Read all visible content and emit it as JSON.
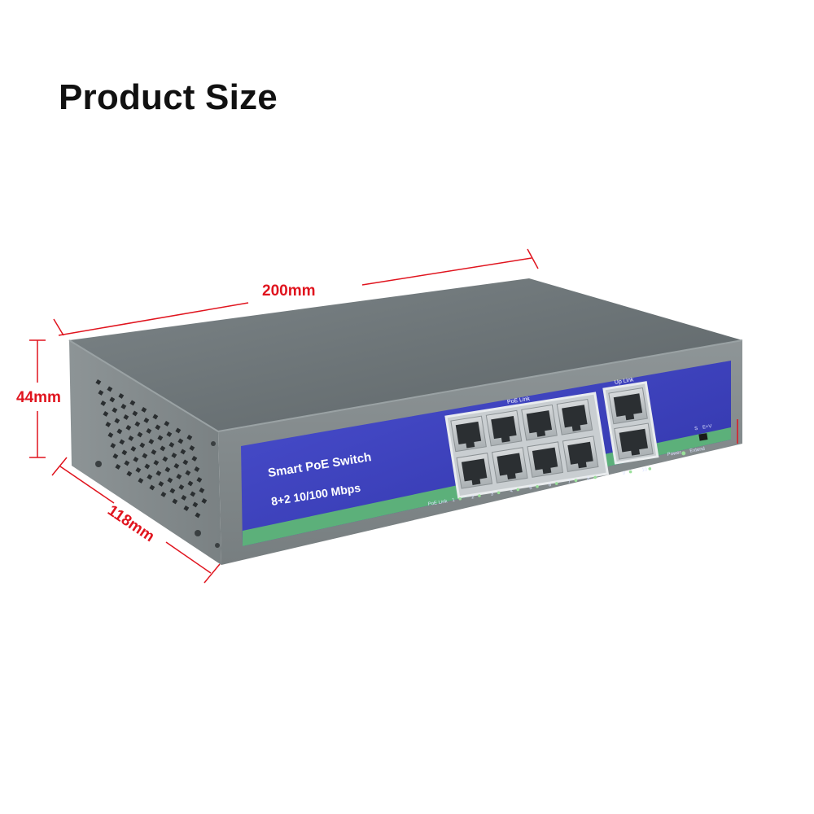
{
  "title": "Product Size",
  "dimensions": {
    "width": "200mm",
    "height": "44mm",
    "depth": "118mm"
  },
  "front_panel": {
    "name": "Smart PoE Switch",
    "spec": "8+2  10/100 Mbps",
    "poe_link_label": "PoE Link",
    "uplink_label": "Up Link",
    "poe_link_bottom_label": "PoE Link",
    "port_numbers": [
      "1",
      "2",
      "3",
      "4",
      "5",
      "6",
      "7",
      "8"
    ],
    "uplink_numbers": [
      "9",
      "10"
    ],
    "power_label": "Power",
    "extend_label": "Extend",
    "switch_labels": [
      "S",
      "E+V"
    ]
  },
  "colors": {
    "dimension_line": "#e0141e",
    "panel_blue": "#3a3fb8",
    "panel_green": "#5cb07a",
    "chassis_gray": "#8a9194"
  }
}
